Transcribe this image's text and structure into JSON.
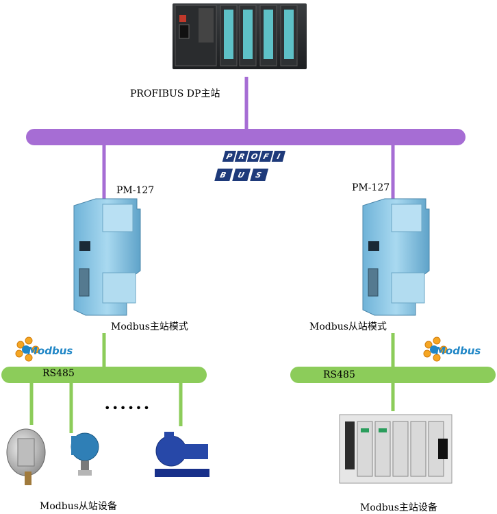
{
  "master_label": "PROFIBUS DP主站",
  "profibus_logo": {
    "row1": [
      "P",
      "R",
      "O",
      "F",
      "I"
    ],
    "row2": [
      "B",
      "U",
      "S"
    ]
  },
  "gateways": [
    {
      "name": "PM-127",
      "mode": "Modbus主站模式"
    },
    {
      "name": "PM-127",
      "mode": "Modbus从站模式"
    }
  ],
  "modbus_logo_text": "Modbus",
  "bus_left": "RS485",
  "bus_right": "RS485",
  "ellipsis": "••••••",
  "caption_left": "Modbus从站设备",
  "caption_right": "Modbus主站设备",
  "colors": {
    "profibus_bus": "#a66dd4",
    "rs485_bus": "#8ccc5a",
    "gateway_body": "#8cc8e6",
    "modbus_blue": "#1f86c6",
    "modbus_orange": "#f5a623"
  }
}
